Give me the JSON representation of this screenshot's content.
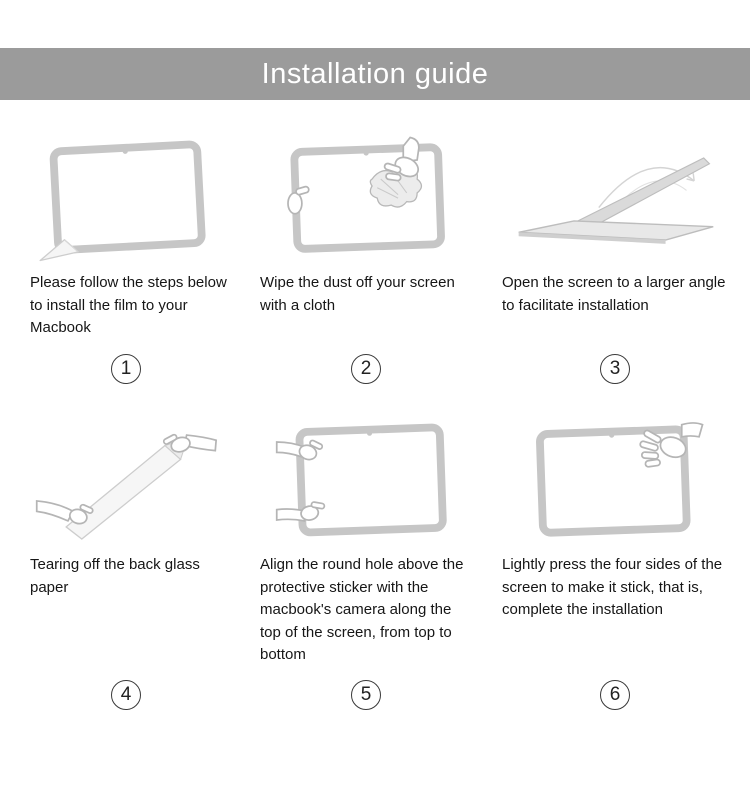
{
  "header": {
    "title": "Installation guide",
    "bg_color": "#9b9b9b",
    "text_color": "#ffffff"
  },
  "steps": [
    {
      "number": "1",
      "text": "Please follow the steps below to install the film to your Macbook",
      "illustration": "macbook-screen-film-corner-peel"
    },
    {
      "number": "2",
      "text": "Wipe the dust off your screen with a cloth",
      "illustration": "hands-wiping-screen-with-cloth"
    },
    {
      "number": "3",
      "text": "Open the screen to a larger angle to facilitate installation",
      "illustration": "laptop-opening-to-larger-angle"
    },
    {
      "number": "4",
      "text": "Tearing off the back glass paper",
      "illustration": "hands-tearing-back-glass-paper"
    },
    {
      "number": "5",
      "text": "Align the round hole above the protective sticker with the macbook's camera along the top of the screen, from top to bottom",
      "illustration": "hands-aligning-film-with-camera-hole"
    },
    {
      "number": "6",
      "text": "Lightly press the four sides of the screen to make it stick, that is, complete the installation",
      "illustration": "hand-pressing-four-sides-of-screen"
    }
  ]
}
